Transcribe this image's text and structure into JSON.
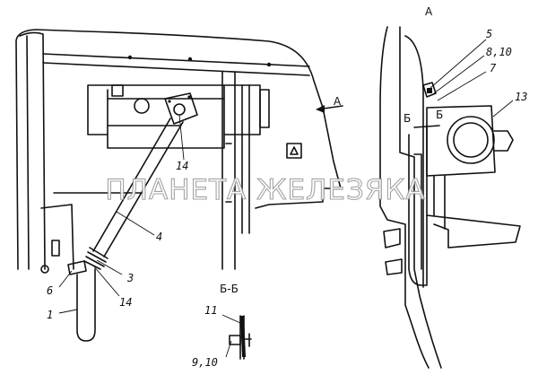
{
  "watermark": "ПЛАНЕТА ЖЕЛЕЗЯКА",
  "view_labels": {
    "view_a_title": "А",
    "view_a_arrow": "А",
    "section_bb_title": "Б-Б",
    "section_mark_left": "Б",
    "section_mark_right": "Б"
  },
  "callouts": {
    "p1": "1",
    "p3": "3",
    "p4": "4",
    "p5": "5",
    "p6": "6",
    "p7": "7",
    "p8_10": "8,10",
    "p9_10": "9,10",
    "p11": "11",
    "p13": "13",
    "p14_top": "14",
    "p14_bottom": "14"
  }
}
